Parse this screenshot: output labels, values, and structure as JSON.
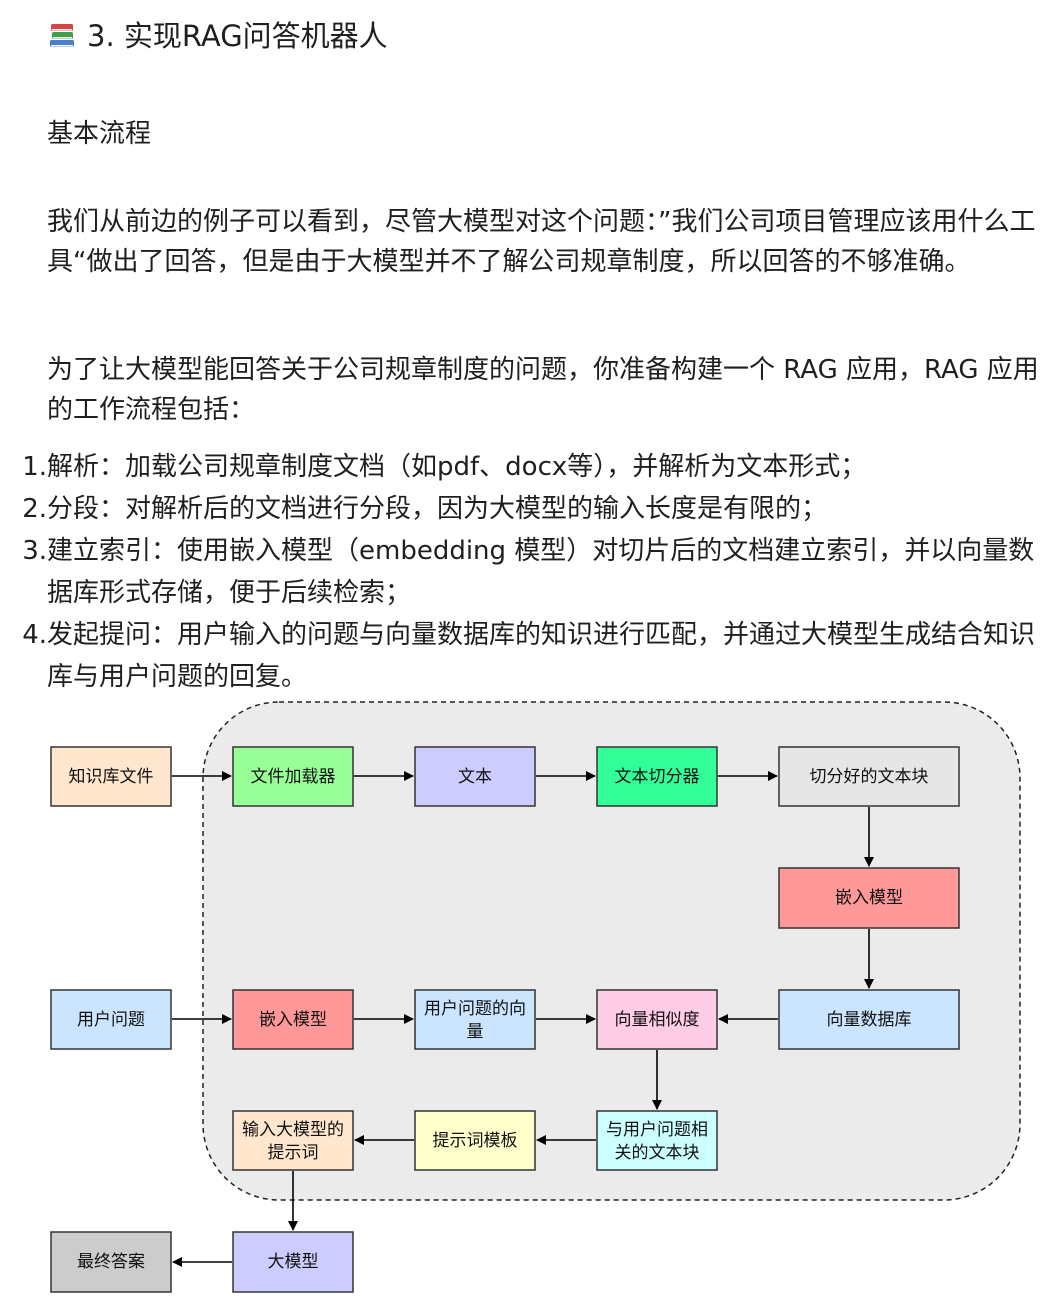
{
  "title": {
    "icon": "books-icon",
    "text": "3. 实现RAG问答机器人"
  },
  "section_label": "基本流程",
  "paragraphs": [
    "我们从前边的例子可以看到，尽管大模型对这个问题：”我们公司项目管理应该用什么工具“做出了回答，但是由于大模型并不了解公司规章制度，所以回答的不够准确。",
    "为了让大模型能回答关于公司规章制度的问题，你准备构建一个 RAG 应用，RAG 应用的工作流程包括："
  ],
  "steps": [
    {
      "num": "1.",
      "text": "解析：加载公司规章制度文档（如pdf、docx等），并解析为文本形式；"
    },
    {
      "num": "2.",
      "text": "分段：对解析后的文档进行分段，因为大模型的输入长度是有限的；"
    },
    {
      "num": "3.",
      "text": "建立索引：使用嵌入模型（embedding 模型）对切片后的文档建立索引，并以向量数据库形式存储，便于后续检索；"
    },
    {
      "num": "4.",
      "text": "发起提问：用户输入的问题与向量数据库的知识进行匹配，并通过大模型生成结合知识库与用户问题的回复。"
    }
  ],
  "diagram": {
    "nodes": {
      "kb_file": {
        "lines": [
          "知识库文件"
        ],
        "color": "#FFE6CC"
      },
      "loader": {
        "lines": [
          "文件加载器"
        ],
        "color": "#99FF99"
      },
      "text": {
        "lines": [
          "文本"
        ],
        "color": "#CCCCFF"
      },
      "splitter": {
        "lines": [
          "文本切分器"
        ],
        "color": "#33FF99"
      },
      "chunks": {
        "lines": [
          "切分好的文本块"
        ],
        "color": "#E6E6E6"
      },
      "embed1": {
        "lines": [
          "嵌入模型"
        ],
        "color": "#FF9999"
      },
      "user_q": {
        "lines": [
          "用户问题"
        ],
        "color": "#CCE5FF"
      },
      "embed2": {
        "lines": [
          "嵌入模型"
        ],
        "color": "#FF9999"
      },
      "q_vector": {
        "lines": [
          "用户问题的向",
          "量"
        ],
        "color": "#CCE5FF"
      },
      "similarity": {
        "lines": [
          "向量相似度"
        ],
        "color": "#FFCCE6"
      },
      "vector_db": {
        "lines": [
          "向量数据库"
        ],
        "color": "#CCE5FF"
      },
      "related": {
        "lines": [
          "与用户问题相",
          "关的文本块"
        ],
        "color": "#CCFFFF"
      },
      "template": {
        "lines": [
          "提示词模板"
        ],
        "color": "#FFFFCC"
      },
      "prompt": {
        "lines": [
          "输入大模型的",
          "提示词"
        ],
        "color": "#FFE6CC"
      },
      "llm": {
        "lines": [
          "大模型"
        ],
        "color": "#CCCCFF"
      },
      "answer": {
        "lines": [
          "最终答案"
        ],
        "color": "#CCCCCC"
      }
    }
  }
}
